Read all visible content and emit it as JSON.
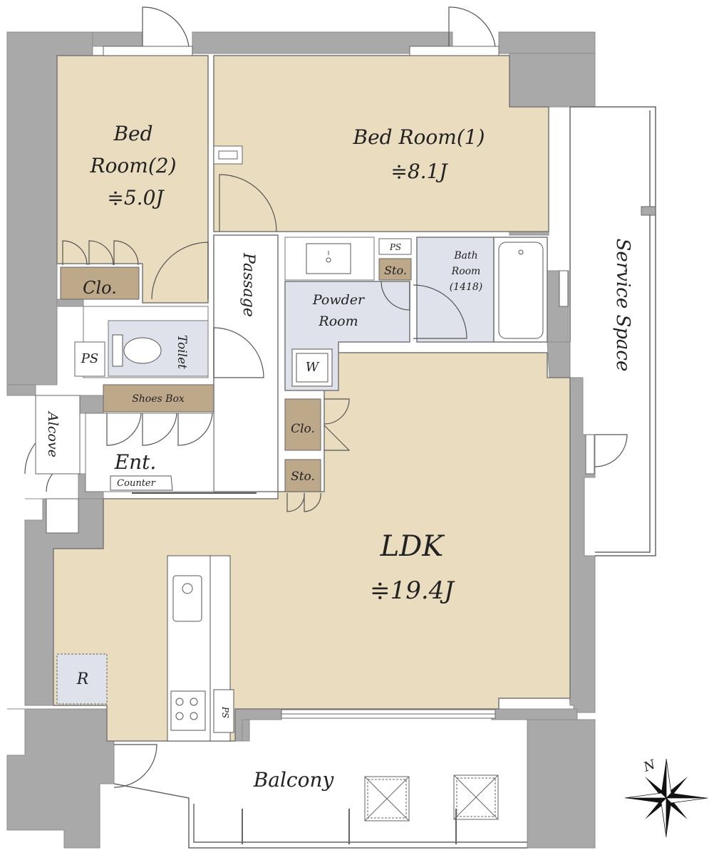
{
  "rooms": {
    "bed2": {
      "name_line1": "Bed",
      "name_line2": "Room(2)",
      "area": "≑5.0J"
    },
    "bed1": {
      "name": "Bed Room(1)",
      "area": "≑8.1J"
    },
    "ldk": {
      "name": "LDK",
      "area": "≑19.4J"
    },
    "passage": {
      "name": "Passage"
    },
    "powder": {
      "name_line1": "Powder",
      "name_line2": "Room"
    },
    "bath": {
      "name_line1": "Bath",
      "name_line2": "Room",
      "size": "(1418)"
    },
    "toilet": {
      "name": "Toilet"
    },
    "entrance": {
      "name": "Ent."
    },
    "alcove": {
      "name": "Alcove"
    },
    "service": {
      "name": "Service Space"
    },
    "balcony": {
      "name": "Balcony"
    }
  },
  "fixtures": {
    "clo_bed2": "Clo.",
    "clo_ldk": "Clo.",
    "sto_ldk": "Sto.",
    "sto_bath": "Sto.",
    "ps_bath": "PS",
    "ps_toilet": "PS",
    "ps_kitchen": "PS",
    "washer": "W",
    "fridge": "R",
    "shoes_box": "Shoes Box",
    "counter": "Counter"
  },
  "compass": {
    "north_label": "N"
  },
  "colors": {
    "wall": "#a9a9a9",
    "room_floor": "#e9dcbf",
    "wet_area": "#dfe2ea",
    "storage": "#bda98a",
    "white": "#ffffff"
  }
}
